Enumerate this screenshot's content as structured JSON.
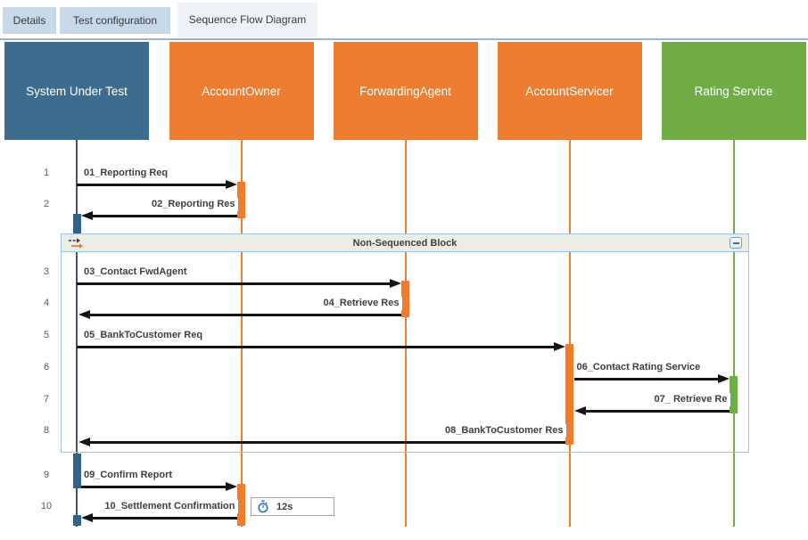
{
  "tabs": [
    {
      "label": "Details",
      "active": false
    },
    {
      "label": "Test configuration",
      "active": false
    },
    {
      "label": "Sequence Flow Diagram",
      "active": true
    }
  ],
  "lifelines": [
    {
      "name": "System Under Test",
      "header_color": "#3e6c8e",
      "line_color": "#44546a",
      "activation_color": "#336285"
    },
    {
      "name": "AccountOwner",
      "header_color": "#ed7d31",
      "line_color": "#ed7d31",
      "activation_color": "#ed7d31"
    },
    {
      "name": "ForwardingAgent",
      "header_color": "#ed7d31",
      "line_color": "#ed7d31",
      "activation_color": "#ed7d31"
    },
    {
      "name": "AccountServicer",
      "header_color": "#ed7d31",
      "line_color": "#ed7d31",
      "activation_color": "#ed7d31"
    },
    {
      "name": "Rating Service",
      "header_color": "#70ad47",
      "line_color": "#70ad47",
      "activation_color": "#70ad47"
    }
  ],
  "block": {
    "title": "Non-Sequenced Block",
    "icon": "non-sequenced-arrows-icon",
    "collapse_button": "minus"
  },
  "messages": [
    {
      "row": 1,
      "label": "01_Reporting Req",
      "from": 0,
      "to": 1
    },
    {
      "row": 2,
      "label": "02_Reporting Res",
      "from": 1,
      "to": 0
    },
    {
      "row": 3,
      "label": "03_Contact FwdAgent",
      "from": 0,
      "to": 2
    },
    {
      "row": 4,
      "label": "04_Retrieve Res",
      "from": 2,
      "to": 0
    },
    {
      "row": 5,
      "label": "05_BankToCustomer Req",
      "from": 0,
      "to": 3
    },
    {
      "row": 6,
      "label": "06_Contact Rating Service",
      "from": 3,
      "to": 4
    },
    {
      "row": 7,
      "label": "07_ Retrieve Re",
      "from": 4,
      "to": 3
    },
    {
      "row": 8,
      "label": "08_BankToCustomer Res",
      "from": 3,
      "to": 0
    },
    {
      "row": 9,
      "label": "09_Confirm Report",
      "from": 0,
      "to": 1
    },
    {
      "row": 10,
      "label": "10_Settlement Confirmation",
      "from": 1,
      "to": 0,
      "timer": "12s"
    }
  ],
  "colors": {
    "arrow": "#141414",
    "block_border": "#9dc3e6",
    "block_header_bg": "#ecede5",
    "label_text": "#3f3f3f",
    "row_number": "#595959",
    "timer_icon": "#2e75b6",
    "tab_inactive_bg": "#c7d8e8",
    "tab_active_bg": "#edf3f9",
    "divider": "#9db3c8"
  }
}
